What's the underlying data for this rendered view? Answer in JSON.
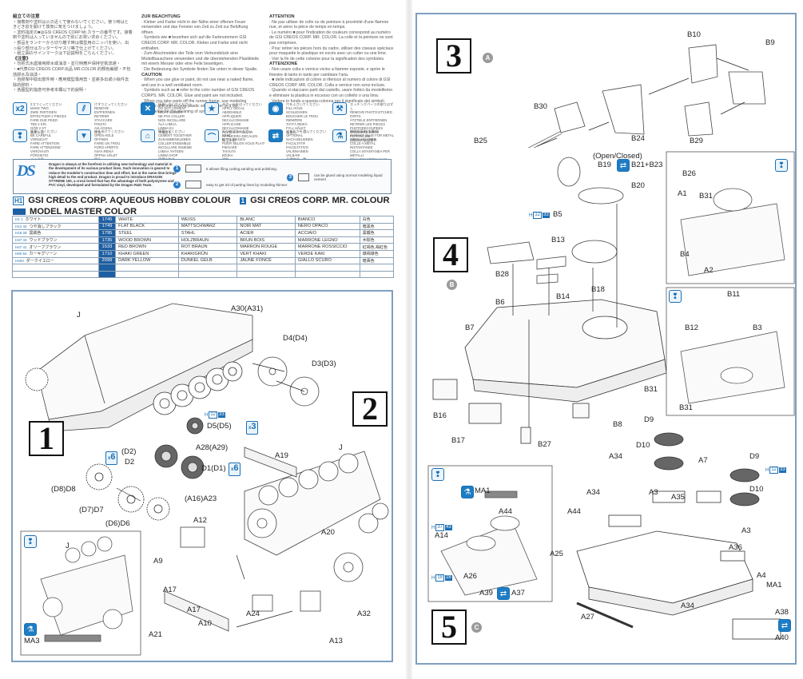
{
  "notes": {
    "japanese": {
      "heading": "組立ての注意",
      "items": [
        "・接着剤や塗料は火の近くで使わないでください。使う時はときどき窓を開けて換気に気をつけましょう。",
        "・塗料指定の■はGSI CREOS CORP Mr.カラーの番号です。接着剤や塗料は入っていませんので別にお買い求めください。",
        "・部品をランナーから切り離す時は模型用のニッパを使い、出っ張り部分はカッターやヤスリ等で仕上げてください。",
        "・組立図のサインマークは下記説明をごらんください。"
      ],
      "heading2": "《注意》",
      "items2": [
        "・勿把式水處接用膠水或油漆・並行時應戶保持空氣流通・",
        "・■代表GSI CREOS CORP.出品 MR.COLOR 的顏色編號・不包括膠水及油漆・",
        "・自膠架中取出部件時・應用模型專用剪・並將多出或小餘件去除的膠料・",
        "・各圖型的指意可參考本欄以下的說明・"
      ]
    },
    "german": {
      "heading": "ZUR BEACHTUNG",
      "items": [
        "· Kleber und Farbe nicht in der Nähe einer offenen Feuer verwenden und das Fenster von Zeit zu Zeit zur Belüftung öffnen.",
        "· Symbols wie ■ bezeihen sich auf die Farbnummern GSI CREOS CORP. MR. COLOR. Kleber und Farbe sind nicht enthalten.",
        "· Zum Abschneiden der Teile vom Verbundstück eine Modellbauschere verwenden und die überstehenden Plastikteile mit einem Messer oder eine Feile beseitigen.",
        "· Die Bedeutung der Symbole finden Sie unten in dieser Spalte."
      ],
      "heading2": "CAUTION",
      "items2": [
        "· When you use glue or paint, do not use near a naked flame, and use in a well ventilated room.",
        "· Symbols such as ■ refer to the color number of GSI CREOS CORPS. MR. COLOR. Glue and paint are not included.",
        "· When you take parts off the runner frame, use modeling scissors and trim excess plastic with a cutter or a file.",
        "· See below for the meaning of symbols."
      ]
    },
    "french": {
      "heading": "ATTENTION",
      "items": [
        "· Ne pas utiliser de colle ou de peinture à proximité d'une flamme nue, et aérer la pièce de temps en temps.",
        "· Le numéro ■ pour l'indication de couleurs correspond au numéro de GSI CREOS CORP. MR. COLOR. La colle et la peinture ne sont pas comprises.",
        "· Pour retirer les pièces hors du cadre, utiliser des ciseaux spéciaux pour maquette le plastique en excès avec un cutter ou une lime.",
        "· Voir la fin de cette colonne pour la signification des symboles."
      ],
      "heading2": "ATTENZIONE",
      "items2": [
        "· Non usare colla e vernice vicino a fiamme esposte, e aprire le finestre di tanto in tanto per cambiare l'aria.",
        "· ■ delle indicazioni di colore si riferisce al numero di colore di GSI CREOS CORP. MR. COLOR. Colla e vernice non sono incluse.",
        "· Quando si staccano parti dal castello, usare forbici da modellismo e eliminare la plastica in eccesso con un coltello o una lima.",
        "· Vedere in fondo a questa colonna per il significato dei simboli."
      ]
    }
  },
  "legend": [
    {
      "icon": "x2-icon",
      "glyph": "x2",
      "solid": false,
      "text": "2コつくってください\nMAKE TWO\nZWEI FERTIGEN\nEFFECTUER 2 PIECES\nFARE DUE PEZZI\nTEE 2 KPL\nGÖR 2 ST\n製作二個"
    },
    {
      "icon": "remove-icon",
      "glyph": "⫽",
      "solid": false,
      "text": "けずりとってください\nREMOVE\nENTFERNEN\nRETIRER\nSTACCARE\nPOISTA\nAVLÄGSNA\n除去"
    },
    {
      "icon": "do-not-cement-icon",
      "glyph": "✕",
      "solid": true,
      "text": "接着しないでください\nDO NOT CEMENT\nNICHT KLEBEN\nNE PAS COLLER\nNON INCOLLARE\nÄLÄ LIIMAA\nLIMMA EJ\n不用膠水"
    },
    {
      "icon": "apply-decal-icon",
      "glyph": "★",
      "solid": false,
      "text": "デカールをはってください\nAPPLY DECAL\nABZIEHBILD\nAPPLIQUER DECALCOMANIE\nAPPLICARE DECALCOMANIE\nAKLTA SIIRTOKUVA\nAPPLICERA DECALEN\n貼上水貼"
    },
    {
      "icon": "fill-hole-icon",
      "glyph": "◉",
      "solid": true,
      "text": "穴をふさいでください\nFILL HOLE\nSCHLIESSEN\nBOUCHER LE TROU\nRIEMPIRE\nTAYTÄ REIKÄ\nFYLL HÅLET\n填補孔"
    },
    {
      "icon": "photo-etch-icon",
      "glyph": "⚒",
      "solid": false,
      "text": "エッチングパーツの取りはずし\nREMOVE PHOTO-ETCHED PARTS\nÄTZTEILE ENTFERNEN\nRETIRER LES PIECES PHOTODECOUPEES\nSTACCARE PARTI FOTOINCISE\n自蝕刻片取出零件"
    },
    {
      "icon": "be-careful-icon",
      "glyph": "❢",
      "solid": false,
      "text": "注意してください\nBE CAREFUL\nVORSICHT\nFAIRE ATTENTION\nFARE ATTENZIONE\nVAROVASTI\nFÖRSIKTIG\n小心注意"
    },
    {
      "icon": "open-hole-icon",
      "glyph": "▼",
      "solid": false,
      "text": "穴をあけてください\nOPEN HOLE\nÖFFNEN\nFAIRE UN TROU\nFORO APERTO\nAVAA REIKÄ\nÖPPNA HÅLET\n開孔"
    },
    {
      "icon": "cement-together-icon",
      "glyph": "⌂",
      "solid": false,
      "text": "接着してください\nCEMENT TOGETHER\nZUSAMMENKLEBEN\nCOLLER ENSEMBLE\nINCOLLARE INSIEME\nLIIMAA YHTEEN\nLIMMA IHOP\n用膠水黏合"
    },
    {
      "icon": "bend-icon",
      "glyph": "⌒",
      "solid": false,
      "text": "折り曲げてください\nBEND\nBITTE BIEGEN\nPLIER SELON VOUS PLAIT\nPIEGARE\nTAIVUTA\nBÖJKA\n彎曲"
    },
    {
      "icon": "optional-icon",
      "glyph": "⇄",
      "solid": true,
      "text": "どちらかを選んでください\nOPTIONAL\nNACH BELIEBEN\nFACULTATIF\nFACOLTATIVO\nVALINNAINEN\nVALBARI\n任選其中一種"
    },
    {
      "icon": "metal-glue-icon",
      "glyph": "⚗",
      "solid": false,
      "text": "瞬間接着剤(金属用)\nINSTANT GLUE FOR METAL\nMETALLKLEBER\nCOLLE A METAL INSTANTANEE\nCOLLA ISTANTANEA PER METALLI\nPIKALIIMA METALLILLE\nSNABBLIM FÖR METALLDELAR\n金屬用快乾膠"
    }
  ],
  "dragon_styrene": {
    "logo": "DS",
    "text": "Dragon is always at the forefront in utilizing new technology and material in the development of its various product lines. Such innovation is geared to reduce the modeler's construction time and effort, but at the same time brings high detail to the end product. Dragon is proud to introduce DRAGON STYRENE 100, a cross breed that has the advantage of both polystyrene and PVC vinyl, developed and formulated by the Dragon R&D Team.",
    "features": [
      {
        "num": "1",
        "text": "It allows filing,cutting,sanding and polishing."
      },
      {
        "num": "2",
        "text": "easy to get rid of parting lines by modeling thinner"
      },
      {
        "num": "3",
        "text": "can be glued using normal modeling liquid cement"
      }
    ]
  },
  "color_header": {
    "line1_badge_h": "H",
    "line1_badge_n": "1",
    "line1_text": "GSI CREOS CORP. AQUEOUS HOBBY COLOUR",
    "line1b_badge": "1",
    "line1b_text": "GSI CREOS CORP. MR. COLOUR",
    "line2_text": "MODEL MASTER COLOR"
  },
  "colors": [
    {
      "h": "H1",
      "mr": "1",
      "ja": "ホワイト",
      "mm": "1745",
      "en": "WHITE",
      "de": "WEISS",
      "fr": "BLANC",
      "it": "BIANCO",
      "cn": "白色"
    },
    {
      "h": "H12",
      "mr": "33",
      "ja": "つや消しブラック",
      "mm": "1749",
      "en": "FLAT BLACK",
      "de": "MATTSCHWARZ",
      "fr": "NOIR MAT",
      "it": "NERO OPACO",
      "cn": "暗黑色"
    },
    {
      "h": "H18",
      "mr": "28",
      "ja": "黒鉄色",
      "mm": "1795",
      "en": "STEEL",
      "de": "STAHL",
      "fr": "ACIER",
      "it": "ACCIAIO",
      "cn": "黑鐵色"
    },
    {
      "h": "H37",
      "mr": "43",
      "ja": "ウッドブラウン",
      "mm": "1735",
      "en": "WOOD BROWN",
      "de": "HOLZBRAUN",
      "fr": "BRUN BOIS",
      "it": "MARRONE LEGNO",
      "cn": "木棕色"
    },
    {
      "h": "H47",
      "mr": "41",
      "ja": "オリーブブラウン",
      "mm": "1533",
      "en": "RED BROWN",
      "de": "ROT BRAUN",
      "fr": "MARRON ROUGE",
      "it": "MARRONE ROSSICCIO",
      "cn": "紅褐色,褐紅色"
    },
    {
      "h": "H60",
      "mr": "54",
      "ja": "カーキグリーン",
      "mm": "1710",
      "en": "KHAKI GREEN",
      "de": "KHAKIGRÜN",
      "fr": "VERT KHAKI",
      "it": "VERDE KAKI",
      "cn": "綠褐綠色"
    },
    {
      "h": "H403",
      "mr": "",
      "ja": "ダークイエロー",
      "mm": "2099",
      "en": "DARK YELLOW",
      "de": "DUNKEL GELB",
      "fr": "JAUNE FONCÉ",
      "it": "GIALLO SCURO",
      "cn": "暗黃色"
    },
    {
      "h": "",
      "mr": "",
      "ja": "",
      "mm": "",
      "en": "",
      "de": "",
      "fr": "",
      "it": "",
      "cn": ""
    },
    {
      "h": "",
      "mr": "",
      "ja": "",
      "mm": "",
      "en": "",
      "de": "",
      "fr": "",
      "it": "",
      "cn": ""
    }
  ],
  "steps": {
    "s1": {
      "num": "1",
      "labels": {
        "j": "J",
        "a30": "A30(A31)",
        "d4": "D4(D4)",
        "d3": "D3(D3)",
        "d5": "D5(D5)",
        "a28": "A28(A29)",
        "d2a": "(D2)",
        "d2b": "D2",
        "d1": "D1(D1)",
        "d8": "(D8)D8",
        "d7": "(D7)D7",
        "d6": "(D6)D6"
      },
      "mult_d5": "3",
      "mult_d2": "6",
      "mult_d1": "6",
      "paint_d5": {
        "h": "H",
        "n1": "12",
        "n2": "33"
      }
    },
    "s2": {
      "num": "2",
      "labels": {
        "a19": "A19",
        "j": "J",
        "a16": "(A16)A23",
        "a12": "A12",
        "a20": "A20",
        "a9": "A9",
        "a17a": "A17",
        "a17b": "A17",
        "a24": "A24",
        "a10": "A10",
        "a32": "A32",
        "a21": "A21",
        "a13": "A13"
      },
      "inset": {
        "j": "J",
        "ma3": "MA3"
      }
    },
    "s3": {
      "num": "3",
      "sub": "A",
      "labels": {
        "b10": "B10",
        "b9": "B9",
        "b30": "B30",
        "b24": "B24",
        "b29": "B29",
        "b25": "B25"
      }
    },
    "s4": {
      "num": "4",
      "sub": "B",
      "labels": {
        "open_closed": "(Open/Closed)",
        "b19": "B19",
        "b21": "B21+B23",
        "b20": "B20",
        "b5": "B5",
        "b13": "B13",
        "b28": "B28",
        "b14": "B14",
        "b18": "B18",
        "b6": "B6",
        "b7": "B7",
        "b16": "B16",
        "b17": "B17",
        "b27": "B27",
        "b8": "B8",
        "b31": "B31"
      },
      "paint_b5": {
        "h": "H",
        "n1": "12",
        "n2": "33"
      },
      "inset1": {
        "b26": "B26",
        "a1": "A1",
        "b31": "B31",
        "b4": "B4",
        "a2": "A2"
      },
      "inset2": {
        "b11": "B11",
        "b12": "B12",
        "b3": "B3",
        "b31": "B31"
      }
    },
    "s5": {
      "num": "5",
      "sub": "C",
      "labels": {
        "d9a": "D9",
        "d10a": "D10",
        "a34a": "A34",
        "a7": "A7",
        "d9b": "D9",
        "a34b": "A34",
        "a3a": "A3",
        "a35": "A35",
        "d10b": "D10",
        "a44": "A44",
        "a3b": "A3",
        "a36": "A36",
        "a25": "A25",
        "a34c": "A34",
        "a4": "A4",
        "ma1": "MA1",
        "a27": "A27",
        "a38": "A38",
        "a40": "A40"
      },
      "paint_d9": {
        "h": "H",
        "n1": "12",
        "n2": "33"
      },
      "inset": {
        "ma1": "MA1",
        "a44": "A44",
        "a14": "A14",
        "a26": "A26",
        "a39": "A39",
        "a37": "A37"
      },
      "paint_a14": {
        "h": "H",
        "n1": "37",
        "n2": "43"
      },
      "paint_a26": {
        "h": "H",
        "n1": "18",
        "n2": "28"
      }
    }
  }
}
